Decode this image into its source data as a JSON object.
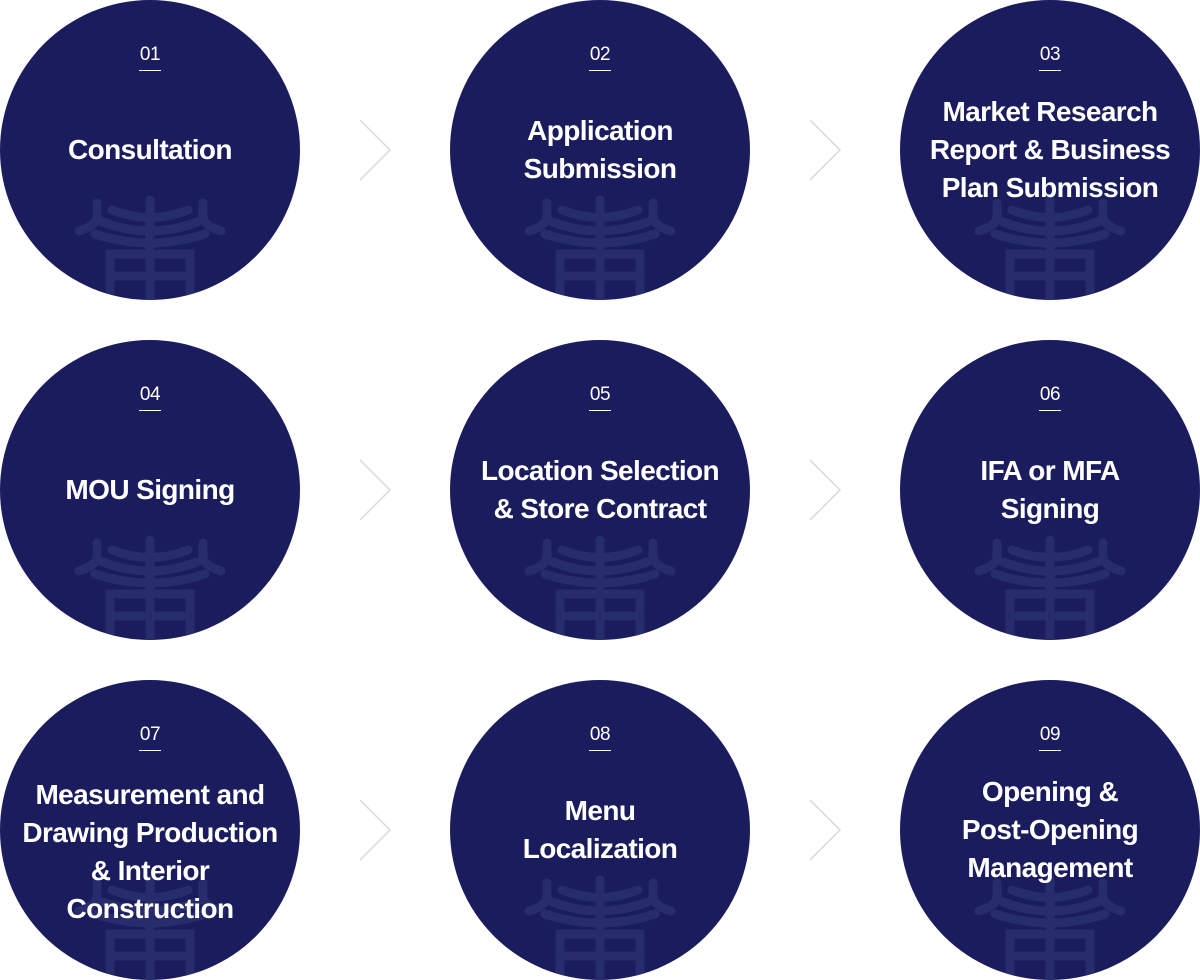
{
  "colors": {
    "circle": "#1a1c5e",
    "watermark": "#272c6c",
    "arrow": "#dddddd",
    "text": "#ffffff"
  },
  "steps": [
    {
      "number": "01",
      "title": "Consultation"
    },
    {
      "number": "02",
      "title": "Application\nSubmission"
    },
    {
      "number": "03",
      "title": "Market Research\nReport & Business\nPlan Submission"
    },
    {
      "number": "04",
      "title": "MOU Signing"
    },
    {
      "number": "05",
      "title": "Location Selection\n& Store Contract"
    },
    {
      "number": "06",
      "title": "IFA or MFA\nSigning"
    },
    {
      "number": "07",
      "title": "Measurement and\nDrawing Production\n& Interior\nConstruction"
    },
    {
      "number": "08",
      "title": "Menu\nLocalization"
    },
    {
      "number": "09",
      "title": "Opening &\nPost-Opening\nManagement"
    }
  ],
  "arrow_icon": "chevron-right-icon"
}
